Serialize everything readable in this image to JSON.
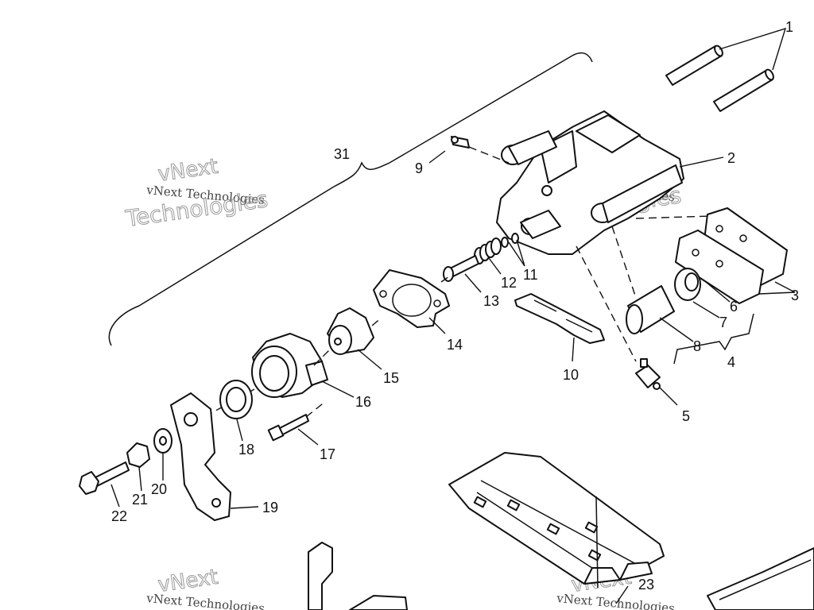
{
  "watermark": {
    "line1": "vNext",
    "line2": "vNext Technologies",
    "line3": "Technologies"
  },
  "callouts": {
    "n1": "1",
    "n2": "2",
    "n3": "3",
    "n4": "4",
    "n5": "5",
    "n6": "6",
    "n7": "7",
    "n8": "8",
    "n9": "9",
    "n10": "10",
    "n11": "11",
    "n12": "12",
    "n13": "13",
    "n14": "14",
    "n15": "15",
    "n16": "16",
    "n17": "17",
    "n18": "18",
    "n19": "19",
    "n20": "20",
    "n21": "21",
    "n22": "22",
    "n23": "23",
    "n31": "31"
  }
}
